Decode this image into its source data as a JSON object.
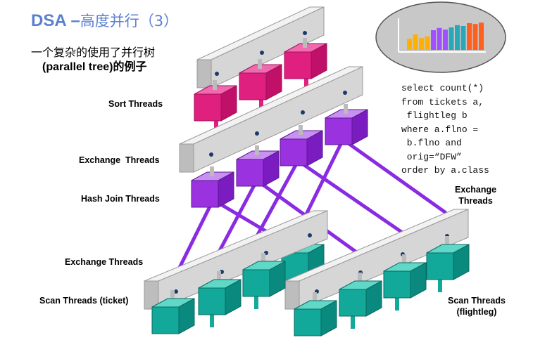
{
  "title": {
    "prefix": "DSA –",
    "rest": "高度并行（3）"
  },
  "subtitle": {
    "line1": "一个复杂的使用了并行树",
    "line2": "(parallel tree)的例子"
  },
  "labels": {
    "sort": "Sort Threads",
    "exchange_top": "Exchange  Threads",
    "hash_join": "Hash Join Threads",
    "exchange_left": "Exchange Threads",
    "scan_ticket": "Scan Threads (ticket)",
    "exchange_right": "Exchange\nThreads",
    "scan_flightleg": "Scan Threads\n(flightleg)"
  },
  "sql": "select count(*)\nfrom tickets a,\n flightleg b\nwhere a.flno =\n b.flno and\n orig=“DFW”\norder by a.class",
  "colors": {
    "title": "#5b7fd0",
    "beam": "#d9d9d9",
    "sort_cube": "#e0207f",
    "hash_cube": "#9a32e0",
    "scan_cube": "#12a89a",
    "link": "#8a2be2"
  },
  "thumbnail_bars": [
    {
      "color": "#ffb000",
      "value": 0.4
    },
    {
      "color": "#ffb000",
      "value": 0.55
    },
    {
      "color": "#ffb000",
      "value": 0.42
    },
    {
      "color": "#ffb000",
      "value": 0.48
    },
    {
      "color": "#a050ff",
      "value": 0.7
    },
    {
      "color": "#a050ff",
      "value": 0.78
    },
    {
      "color": "#a050ff",
      "value": 0.72
    },
    {
      "color": "#2aa8b8",
      "value": 0.8
    },
    {
      "color": "#2aa8b8",
      "value": 0.88
    },
    {
      "color": "#2aa8b8",
      "value": 0.85
    },
    {
      "color": "#ff6020",
      "value": 0.95
    },
    {
      "color": "#ff6020",
      "value": 0.92
    },
    {
      "color": "#ff6020",
      "value": 0.97
    }
  ]
}
